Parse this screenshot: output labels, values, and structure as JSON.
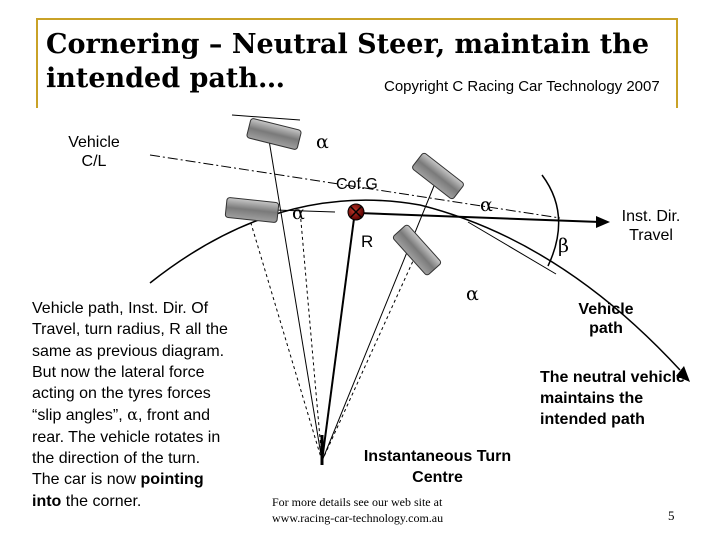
{
  "title": {
    "line1": "Cornering – Neutral Steer, maintain the",
    "line2": "intended path…"
  },
  "copyright": "Copyright C Racing Car Technology 2007",
  "labels": {
    "vehicle_cl_1": "Vehicle",
    "vehicle_cl_2": "C/L",
    "cofg": "Cof.G",
    "radius": "R",
    "alpha": "α",
    "beta": "β",
    "inst_dir_1": "Inst. Dir.",
    "inst_dir_2": "Travel",
    "vehicle_path_1": "Vehicle",
    "vehicle_path_2": "path",
    "neutral_1": "The neutral vehicle",
    "neutral_2": "maintains the",
    "neutral_3": "intended path",
    "turn_centre_1": "Instantaneous Turn",
    "turn_centre_2": "Centre"
  },
  "body": {
    "lines": [
      "Vehicle path, Inst. Dir. Of",
      "Travel, turn radius, R all the",
      "same as previous diagram.",
      "But now the lateral force",
      "acting on the tyres forces",
      "“slip angles”,",
      ", front and",
      "rear.  The vehicle rotates in",
      "the direction of the turn.",
      "The car is now",
      "pointing",
      "into",
      " the corner."
    ]
  },
  "footer": {
    "line1": "For more details see our web site at",
    "line2": "www.racing-car-technology.com.au"
  },
  "page_number": "5",
  "colors": {
    "frame": "#c9a227",
    "cg_marker": "#8b0000",
    "tyre_fill": "#8a8a8a"
  }
}
